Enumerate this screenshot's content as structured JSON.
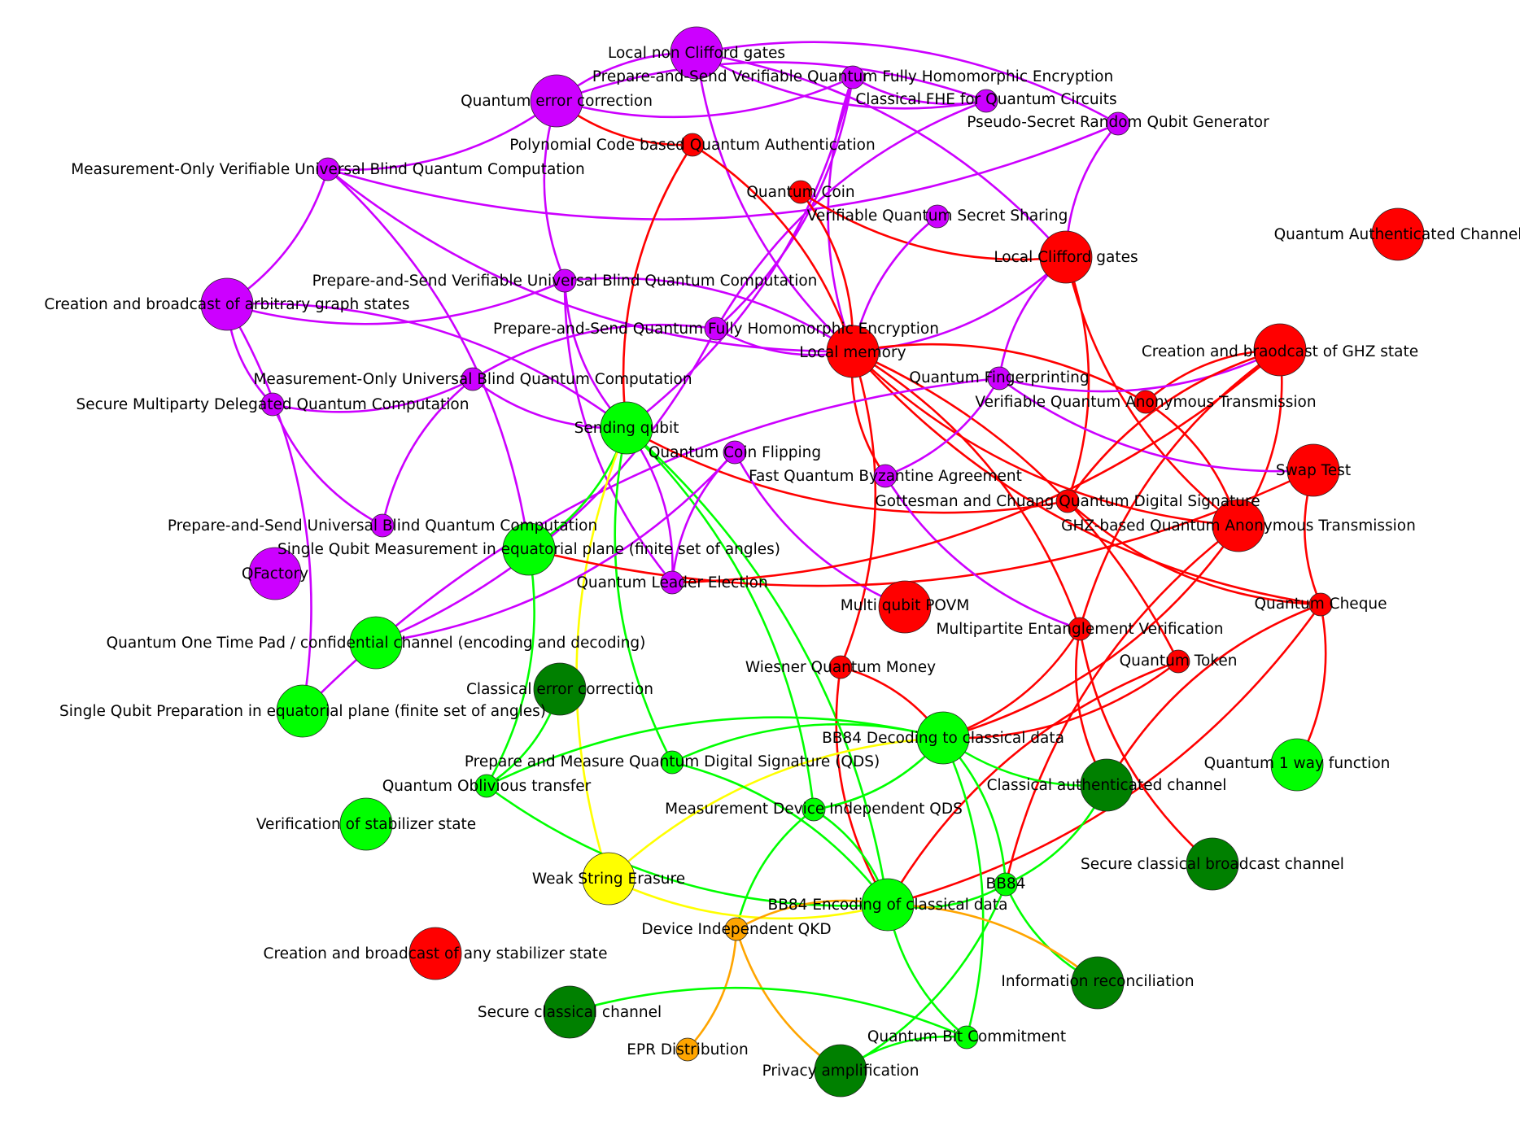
{
  "colors": {
    "purple": "#cc00ff",
    "red": "#ff0000",
    "lime": "#00ff00",
    "darkgreen": "#008000",
    "orange": "#ffa500",
    "yellow": "#ffff00"
  },
  "nodes": [
    {
      "id": "local_non_clifford",
      "label": "Local non Clifford gates",
      "color": "purple"
    },
    {
      "id": "ps_vqfhe",
      "label": "Prepare-and-Send Verifiable Quantum Fully Homomorphic Encryption",
      "color": "purple"
    },
    {
      "id": "qec",
      "label": "Quantum error correction",
      "color": "purple"
    },
    {
      "id": "classical_fhe",
      "label": "Classical FHE for Quantum Circuits",
      "color": "purple"
    },
    {
      "id": "psrqg",
      "label": "Pseudo-Secret Random Qubit Generator",
      "color": "purple"
    },
    {
      "id": "poly_code",
      "label": "Polynomial Code based Quantum Authentication",
      "color": "red"
    },
    {
      "id": "mo_vubqc",
      "label": "Measurement-Only Verifiable Universal Blind Quantum Computation",
      "color": "purple"
    },
    {
      "id": "quantum_coin",
      "label": "Quantum Coin",
      "color": "red"
    },
    {
      "id": "vqss",
      "label": "Verifiable Quantum Secret Sharing",
      "color": "purple"
    },
    {
      "id": "qac",
      "label": "Quantum Authenticated Channel",
      "color": "red"
    },
    {
      "id": "local_clifford",
      "label": "Local Clifford gates",
      "color": "red"
    },
    {
      "id": "ps_vubqc",
      "label": "Prepare-and-Send Verifiable Universal Blind Quantum Computation",
      "color": "purple"
    },
    {
      "id": "graph_states",
      "label": "Creation and broadcast of arbitrary graph states",
      "color": "purple"
    },
    {
      "id": "ps_qfhe",
      "label": "Prepare-and-Send Quantum Fully Homomorphic Encryption",
      "color": "purple"
    },
    {
      "id": "local_memory",
      "label": "Local memory",
      "color": "red"
    },
    {
      "id": "ghz_state",
      "label": "Creation and braodcast of GHZ state",
      "color": "red"
    },
    {
      "id": "mo_ubqc",
      "label": "Measurement-Only Universal Blind Quantum Computation",
      "color": "purple"
    },
    {
      "id": "q_fingerprint",
      "label": "Quantum Fingerprinting",
      "color": "purple"
    },
    {
      "id": "vqat",
      "label": "Verifiable Quantum Anonymous Transmission",
      "color": "red"
    },
    {
      "id": "smdqc",
      "label": "Secure Multiparty Delegated Quantum Computation",
      "color": "purple"
    },
    {
      "id": "sending_qubit",
      "label": "Sending qubit",
      "color": "lime"
    },
    {
      "id": "q_coin_flip",
      "label": "Quantum Coin Flipping",
      "color": "purple"
    },
    {
      "id": "swap_test",
      "label": "Swap Test",
      "color": "red"
    },
    {
      "id": "fqba",
      "label": "Fast Quantum Byzantine Agreement",
      "color": "purple"
    },
    {
      "id": "gc_qds",
      "label": "Gottesman and Chuang Quantum Digital Signature",
      "color": "red"
    },
    {
      "id": "ps_ubqc",
      "label": "Prepare-and-Send Universal Blind Quantum Computation",
      "color": "purple"
    },
    {
      "id": "ghz_qat",
      "label": "GHZ-based Quantum Anonymous Transmission",
      "color": "red"
    },
    {
      "id": "sqm",
      "label": "Single Qubit Measurement in equatorial plane (finite set of angles)",
      "color": "lime"
    },
    {
      "id": "qfactory",
      "label": "QFactory",
      "color": "purple"
    },
    {
      "id": "qle",
      "label": "Quantum Leader Election",
      "color": "purple"
    },
    {
      "id": "q_cheque",
      "label": "Quantum Cheque",
      "color": "red"
    },
    {
      "id": "multi_povm",
      "label": "Multi qubit POVM",
      "color": "red"
    },
    {
      "id": "mev",
      "label": "Multipartite Entanglement Verification",
      "color": "red"
    },
    {
      "id": "qotp",
      "label": "Quantum One Time Pad / confidential channel (encoding and decoding)",
      "color": "lime"
    },
    {
      "id": "q_token",
      "label": "Quantum Token",
      "color": "red"
    },
    {
      "id": "wiesner",
      "label": "Wiesner Quantum Money",
      "color": "red"
    },
    {
      "id": "cec",
      "label": "Classical error correction",
      "color": "darkgreen"
    },
    {
      "id": "sqp",
      "label": "Single Qubit Preparation in equatorial plane (finite set of angles)",
      "color": "lime"
    },
    {
      "id": "bb84_dec",
      "label": "BB84 Decoding to classical data",
      "color": "lime"
    },
    {
      "id": "pm_qds",
      "label": "Prepare and Measure Quantum Digital Signature (QDS)",
      "color": "lime"
    },
    {
      "id": "q1wf",
      "label": "Quantum 1 way function",
      "color": "lime"
    },
    {
      "id": "qot",
      "label": "Quantum Oblivious transfer",
      "color": "lime"
    },
    {
      "id": "cac",
      "label": "Classical authenticated channel",
      "color": "darkgreen"
    },
    {
      "id": "mdi_qds",
      "label": "Measurement Device Independent QDS",
      "color": "lime"
    },
    {
      "id": "vss",
      "label": "Verification of stabilizer state",
      "color": "lime"
    },
    {
      "id": "scbc",
      "label": "Secure classical broadcast channel",
      "color": "darkgreen"
    },
    {
      "id": "wse",
      "label": "Weak String Erasure",
      "color": "yellow"
    },
    {
      "id": "bb84",
      "label": "BB84",
      "color": "lime"
    },
    {
      "id": "bb84_enc",
      "label": "BB84 Encoding of classical data",
      "color": "lime"
    },
    {
      "id": "di_qkd",
      "label": "Device Independent QKD",
      "color": "orange"
    },
    {
      "id": "any_stab",
      "label": "Creation and broadcast of any stabilizer state",
      "color": "red"
    },
    {
      "id": "info_rec",
      "label": "Information reconciliation",
      "color": "darkgreen"
    },
    {
      "id": "scc",
      "label": "Secure classical channel",
      "color": "darkgreen"
    },
    {
      "id": "qbc",
      "label": "Quantum Bit Commitment",
      "color": "lime"
    },
    {
      "id": "epr",
      "label": "EPR Distribution",
      "color": "orange"
    },
    {
      "id": "priv_amp",
      "label": "Privacy amplification",
      "color": "darkgreen"
    }
  ],
  "edges": [
    {
      "from": "local_non_clifford",
      "to": "classical_fhe",
      "color": "purple"
    },
    {
      "from": "local_non_clifford",
      "to": "psrqg",
      "color": "purple"
    },
    {
      "from": "local_non_clifford",
      "to": "local_memory",
      "color": "purple"
    },
    {
      "from": "local_non_clifford",
      "to": "local_clifford",
      "color": "purple"
    },
    {
      "from": "local_non_clifford",
      "to": "qec",
      "color": "purple"
    },
    {
      "from": "ps_vqfhe",
      "to": "qec",
      "color": "purple"
    },
    {
      "from": "ps_vqfhe",
      "to": "local_memory",
      "color": "purple"
    },
    {
      "from": "ps_vqfhe",
      "to": "ps_qfhe",
      "color": "purple"
    },
    {
      "from": "ps_vqfhe",
      "to": "classical_fhe",
      "color": "purple"
    },
    {
      "from": "ps_vqfhe",
      "to": "sending_qubit",
      "color": "purple"
    },
    {
      "from": "qec",
      "to": "poly_code",
      "color": "red"
    },
    {
      "from": "qec",
      "to": "classical_fhe",
      "color": "purple"
    },
    {
      "from": "qec",
      "to": "ps_vubqc",
      "color": "purple"
    },
    {
      "from": "qec",
      "to": "mo_vubqc",
      "color": "purple"
    },
    {
      "from": "classical_fhe",
      "to": "ps_qfhe",
      "color": "purple"
    },
    {
      "from": "psrqg",
      "to": "mo_vubqc",
      "color": "purple"
    },
    {
      "from": "psrqg",
      "to": "local_clifford",
      "color": "purple"
    },
    {
      "from": "poly_code",
      "to": "local_memory",
      "color": "red"
    },
    {
      "from": "poly_code",
      "to": "sending_qubit",
      "color": "red"
    },
    {
      "from": "mo_vubqc",
      "to": "graph_states",
      "color": "purple"
    },
    {
      "from": "mo_vubqc",
      "to": "local_memory",
      "color": "purple"
    },
    {
      "from": "mo_vubqc",
      "to": "sqm",
      "color": "purple"
    },
    {
      "from": "quantum_coin",
      "to": "local_clifford",
      "color": "red"
    },
    {
      "from": "quantum_coin",
      "to": "local_memory",
      "color": "red"
    },
    {
      "from": "vqss",
      "to": "local_memory",
      "color": "purple"
    },
    {
      "from": "local_clifford",
      "to": "local_memory",
      "color": "purple"
    },
    {
      "from": "local_clifford",
      "to": "ghz_qat",
      "color": "red"
    },
    {
      "from": "local_clifford",
      "to": "gc_qds",
      "color": "red"
    },
    {
      "from": "local_clifford",
      "to": "q_fingerprint",
      "color": "purple"
    },
    {
      "from": "ps_vubqc",
      "to": "graph_states",
      "color": "purple"
    },
    {
      "from": "ps_vubqc",
      "to": "sending_qubit",
      "color": "purple"
    },
    {
      "from": "ps_vubqc",
      "to": "local_memory",
      "color": "purple"
    },
    {
      "from": "ps_vubqc",
      "to": "qle",
      "color": "purple"
    },
    {
      "from": "graph_states",
      "to": "sending_qubit",
      "color": "purple"
    },
    {
      "from": "graph_states",
      "to": "smdqc",
      "color": "purple"
    },
    {
      "from": "graph_states",
      "to": "sqp",
      "color": "purple"
    },
    {
      "from": "ps_qfhe",
      "to": "mo_ubqc",
      "color": "purple"
    },
    {
      "from": "ps_qfhe",
      "to": "qotp",
      "color": "purple"
    },
    {
      "from": "ps_qfhe",
      "to": "local_memory",
      "color": "purple"
    },
    {
      "from": "local_memory",
      "to": "vqat",
      "color": "red"
    },
    {
      "from": "local_memory",
      "to": "ghz_qat",
      "color": "red"
    },
    {
      "from": "local_memory",
      "to": "mev",
      "color": "red"
    },
    {
      "from": "local_memory",
      "to": "q_cheque",
      "color": "red"
    },
    {
      "from": "local_memory",
      "to": "wiesner",
      "color": "red"
    },
    {
      "from": "local_memory",
      "to": "fqba",
      "color": "red"
    },
    {
      "from": "local_memory",
      "to": "q_token",
      "color": "red"
    },
    {
      "from": "ghz_state",
      "to": "vqat",
      "color": "red"
    },
    {
      "from": "ghz_state",
      "to": "ghz_qat",
      "color": "red"
    },
    {
      "from": "ghz_state",
      "to": "mev",
      "color": "red"
    },
    {
      "from": "ghz_state",
      "to": "q_fingerprint",
      "color": "purple"
    },
    {
      "from": "mo_ubqc",
      "to": "sending_qubit",
      "color": "purple"
    },
    {
      "from": "mo_ubqc",
      "to": "smdqc",
      "color": "purple"
    },
    {
      "from": "mo_ubqc",
      "to": "ps_ubqc",
      "color": "purple"
    },
    {
      "from": "q_fingerprint",
      "to": "fqba",
      "color": "purple"
    },
    {
      "from": "q_fingerprint",
      "to": "sqp",
      "color": "purple"
    },
    {
      "from": "vqat",
      "to": "ghz_qat",
      "color": "red"
    },
    {
      "from": "smdqc",
      "to": "ps_ubqc",
      "color": "purple"
    },
    {
      "from": "sending_qubit",
      "to": "qle",
      "color": "purple"
    },
    {
      "from": "sending_qubit",
      "to": "gc_qds",
      "color": "red"
    },
    {
      "from": "sending_qubit",
      "to": "sqm",
      "color": "lime"
    },
    {
      "from": "sending_qubit",
      "to": "wse",
      "color": "yellow"
    },
    {
      "from": "sending_qubit",
      "to": "bb84_enc",
      "color": "lime"
    },
    {
      "from": "sending_qubit",
      "to": "pm_qds",
      "color": "lime"
    },
    {
      "from": "sending_qubit",
      "to": "mdi_qds",
      "color": "lime"
    },
    {
      "from": "q_coin_flip",
      "to": "qle",
      "color": "purple"
    },
    {
      "from": "q_coin_flip",
      "to": "qotp",
      "color": "purple"
    },
    {
      "from": "q_coin_flip",
      "to": "multi_povm",
      "color": "purple"
    },
    {
      "from": "swap_test",
      "to": "sqm",
      "color": "red"
    },
    {
      "from": "swap_test",
      "to": "q_cheque",
      "color": "red"
    },
    {
      "from": "swap_test",
      "to": "q_fingerprint",
      "color": "purple"
    },
    {
      "from": "fqba",
      "to": "mev",
      "color": "purple"
    },
    {
      "from": "gc_qds",
      "to": "ghz_state",
      "color": "red"
    },
    {
      "from": "gc_qds",
      "to": "q_cheque",
      "color": "red"
    },
    {
      "from": "ghz_qat",
      "to": "bb84_dec",
      "color": "red"
    },
    {
      "from": "ghz_qat",
      "to": "bb84",
      "color": "red"
    },
    {
      "from": "sqm",
      "to": "qot",
      "color": "lime"
    },
    {
      "from": "qle",
      "to": "ghz_state",
      "color": "red"
    },
    {
      "from": "q_cheque",
      "to": "q1wf",
      "color": "red"
    },
    {
      "from": "q_cheque",
      "to": "cac",
      "color": "red"
    },
    {
      "from": "q_cheque",
      "to": "bb84_enc",
      "color": "red"
    },
    {
      "from": "mev",
      "to": "scbc",
      "color": "red"
    },
    {
      "from": "mev",
      "to": "bb84_dec",
      "color": "red"
    },
    {
      "from": "mev",
      "to": "cac",
      "color": "red"
    },
    {
      "from": "q_token",
      "to": "bb84_dec",
      "color": "red"
    },
    {
      "from": "q_token",
      "to": "bb84_enc",
      "color": "red"
    },
    {
      "from": "wiesner",
      "to": "bb84_dec",
      "color": "red"
    },
    {
      "from": "wiesner",
      "to": "bb84_enc",
      "color": "red"
    },
    {
      "from": "cec",
      "to": "qot",
      "color": "lime"
    },
    {
      "from": "bb84_dec",
      "to": "pm_qds",
      "color": "lime"
    },
    {
      "from": "bb84_dec",
      "to": "mdi_qds",
      "color": "lime"
    },
    {
      "from": "bb84_dec",
      "to": "cac",
      "color": "lime"
    },
    {
      "from": "bb84_dec",
      "to": "bb84",
      "color": "lime"
    },
    {
      "from": "bb84_dec",
      "to": "wse",
      "color": "yellow"
    },
    {
      "from": "bb84_dec",
      "to": "qbc",
      "color": "lime"
    },
    {
      "from": "bb84_dec",
      "to": "qot",
      "color": "lime"
    },
    {
      "from": "pm_qds",
      "to": "bb84_enc",
      "color": "lime"
    },
    {
      "from": "qot",
      "to": "bb84_enc",
      "color": "lime"
    },
    {
      "from": "cac",
      "to": "bb84",
      "color": "lime"
    },
    {
      "from": "mdi_qds",
      "to": "di_qkd",
      "color": "lime"
    },
    {
      "from": "mdi_qds",
      "to": "bb84_enc",
      "color": "lime"
    },
    {
      "from": "wse",
      "to": "bb84_enc",
      "color": "yellow"
    },
    {
      "from": "bb84",
      "to": "bb84_enc",
      "color": "lime"
    },
    {
      "from": "bb84",
      "to": "info_rec",
      "color": "lime"
    },
    {
      "from": "bb84",
      "to": "priv_amp",
      "color": "lime"
    },
    {
      "from": "bb84_enc",
      "to": "di_qkd",
      "color": "orange"
    },
    {
      "from": "bb84_enc",
      "to": "info_rec",
      "color": "orange"
    },
    {
      "from": "bb84_enc",
      "to": "qbc",
      "color": "lime"
    },
    {
      "from": "di_qkd",
      "to": "epr",
      "color": "orange"
    },
    {
      "from": "di_qkd",
      "to": "priv_amp",
      "color": "orange"
    },
    {
      "from": "scc",
      "to": "qbc",
      "color": "lime"
    },
    {
      "from": "qbc",
      "to": "priv_amp",
      "color": "lime"
    }
  ]
}
